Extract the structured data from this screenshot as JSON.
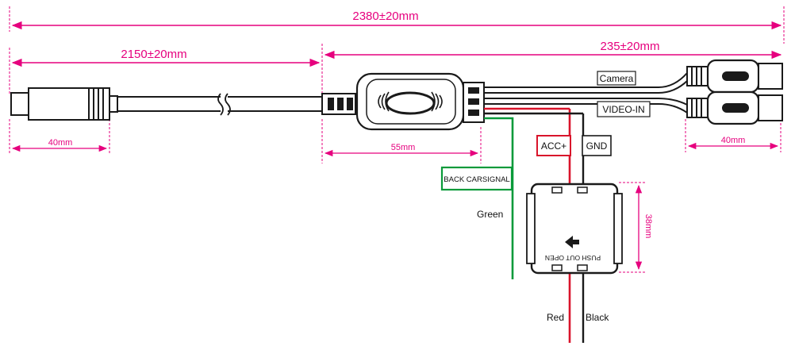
{
  "dimensions": {
    "overall_length": "2380±20mm",
    "main_cable_length": "2150±20mm",
    "branch_length": "235±20mm",
    "plug_length": "40mm",
    "module_length": "55mm",
    "rca_length": "40mm",
    "fuse_box_height": "38mm"
  },
  "labels": {
    "camera": "Camera",
    "video_in": "VIDEO-IN",
    "acc": "ACC+",
    "gnd": "GND",
    "back_signal": "BACK CARSIGNAL",
    "green": "Green",
    "red": "Red",
    "black": "Black",
    "push_out_open": "PUSH OUT OPEN"
  },
  "colors": {
    "dimension": "#e6007e",
    "wire_green": "#0a9a3a",
    "wire_red": "#d9142b",
    "wire_black": "#1a1a1a"
  }
}
